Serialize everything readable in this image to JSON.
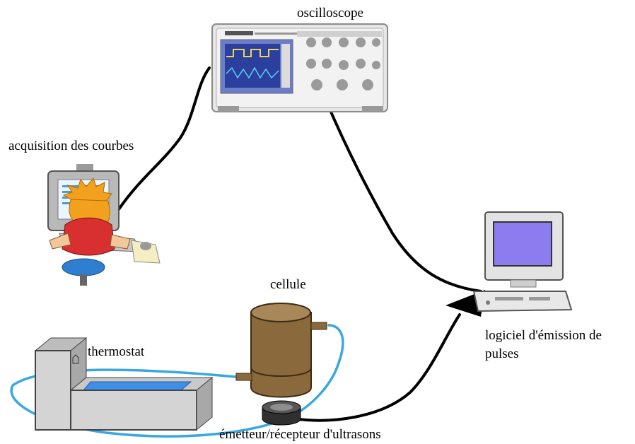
{
  "labels": {
    "oscilloscope": "oscilloscope",
    "acquisition": "acquisition des courbes",
    "cellule": "cellule",
    "logiciel_line1": "logiciel d'émission de",
    "logiciel_line2": "pulses",
    "thermostat": "thermostat",
    "emetteur": "émetteur/récepteur d'ultrasons"
  },
  "colors": {
    "cable_black": "#000000",
    "cable_blue": "#3aa7e0",
    "cell_body": "#8a6a3c",
    "thermostat_body": "#d4d4d4",
    "thermostat_bath": "#3f8fe6",
    "monitor_screen": "#8c7cf0",
    "oscilloscope_screen": "#2a3f9e"
  }
}
